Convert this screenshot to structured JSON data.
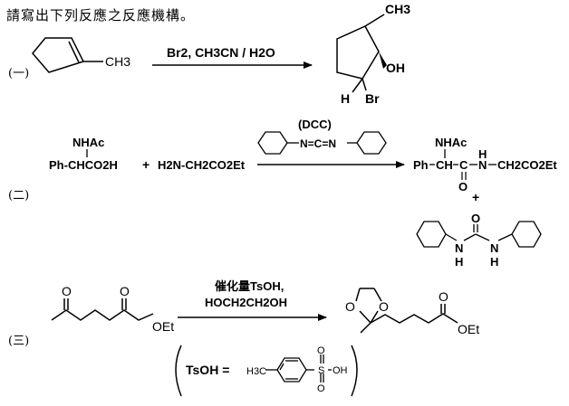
{
  "question": {
    "title": "請寫出下列反應之反應機構。"
  },
  "reactions": [
    {
      "label": "(一)",
      "reactant_substituent": "CH3",
      "reagent": "Br2, CH3CN / H2O",
      "product": {
        "methyl": "CH3",
        "hydroxyl": "OH",
        "hydrogen": "H",
        "bromine": "Br"
      }
    },
    {
      "label": "(二)",
      "reactant1": {
        "substituent": "NHAc",
        "main": "Ph-CHCO2H"
      },
      "plus": "+",
      "reactant2": "H2N-CH2CO2Et",
      "reagent_name": "(DCC)",
      "dcc_linker": "N=C=N",
      "product": {
        "substituent": "NHAc",
        "ph": "Ph",
        "ch": "CH",
        "c": "C",
        "o": "O",
        "h": "H",
        "n": "N",
        "tail": "CH2CO2Et"
      },
      "plus2": "+",
      "byproduct": {
        "carbonyl_o": "O",
        "nh_left": "N",
        "h_left": "H",
        "nh_right": "N",
        "h_right": "H"
      }
    },
    {
      "label": "(三)",
      "reactant": {
        "ketone_o": "O",
        "ester_o": "O",
        "ester_group": "OEt"
      },
      "reagent_line1": "催化量TsOH,",
      "reagent_line2": "HOCH2CH2OH",
      "product": {
        "ring_o1": "O",
        "ring_o2": "O",
        "ester_o": "O",
        "ester_group": "OEt"
      },
      "tsoh": {
        "label": "TsOH =",
        "methyl": "H3C",
        "s": "S",
        "o_top": "O",
        "o_bottom": "O",
        "oh": "OH"
      }
    }
  ]
}
